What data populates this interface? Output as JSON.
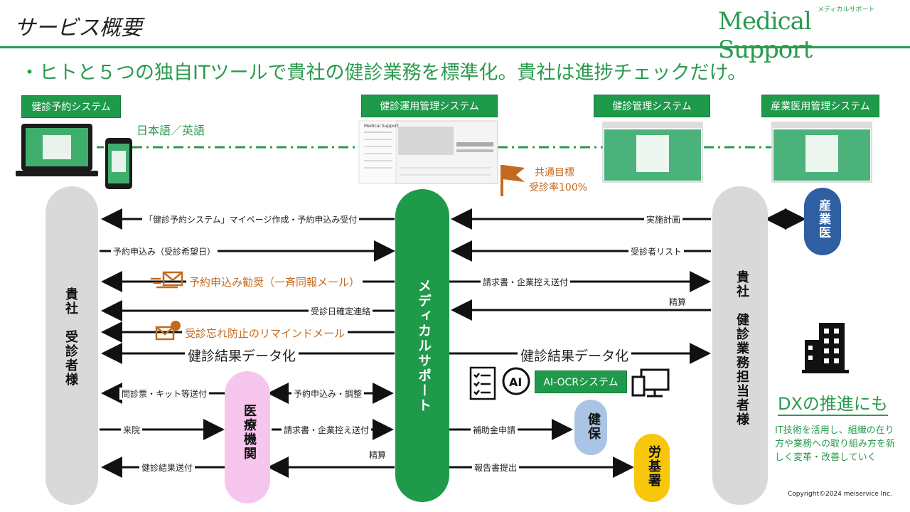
{
  "header": {
    "title": "サービス概要",
    "logo": "Medical Support",
    "logo_sub": "メディカルサポート"
  },
  "tagline": "・ヒトと５つの独自ITツールで貴社の健診業務を標準化。貴社は進捗チェックだけ。",
  "systems": {
    "reservation": "健診予約システム",
    "operation": "健診運用管理システム",
    "management": "健診管理システム",
    "occupational": "産業医用管理システム"
  },
  "language_label": "日本語／英語",
  "goal": {
    "line1": "共通目標",
    "line2": "受診率100%"
  },
  "actors": {
    "client": "貴社　受診者様",
    "center": "メディカルサポート",
    "hr": "貴社　健診業務担当者様",
    "doctor": "産業医",
    "clinic": "医療機関",
    "insurance": "健保",
    "labor": "労基署"
  },
  "flows": {
    "mypage": "「健診予約システム」マイページ作成・予約申込み受付",
    "request": "予約申込み（受診希望日）",
    "encourage": "予約申込み勧奨（一斉同報メール）",
    "confirm": "受診日確定連絡",
    "remind": "受診忘れ防止のリマインドメール",
    "result_left": "健診結果データ化",
    "result_right": "健診結果データ化",
    "questionnaire": "問診票・キット等送付",
    "adjust": "予約申込み・調整",
    "visit": "来院",
    "invoice_clinic": "請求書・企業控え送付",
    "settle_clinic": "精算",
    "result_send": "健診結果送付",
    "plan": "実施計画",
    "list": "受診者リスト",
    "invoice_hr": "請求書・企業控え送付",
    "settle_hr": "精算",
    "subsidy": "補助金申請",
    "report": "報告書提出"
  },
  "ocr": "AI-OCRシステム",
  "dx": {
    "title": "DXの推進にも",
    "desc": "IT技術を活用し、組織の在り方や業務への取り組み方を新しく変革・改善していく"
  },
  "copyright": "Copyright©2024 meiservice Inc.",
  "colors": {
    "green": "#1f9a4a",
    "orange": "#c46a1e",
    "grey": "#d9d9d9",
    "pink": "#f7c6ef",
    "blue": "#a9c4e4",
    "yellow": "#f8c60a",
    "navy": "#2e5fa3"
  }
}
